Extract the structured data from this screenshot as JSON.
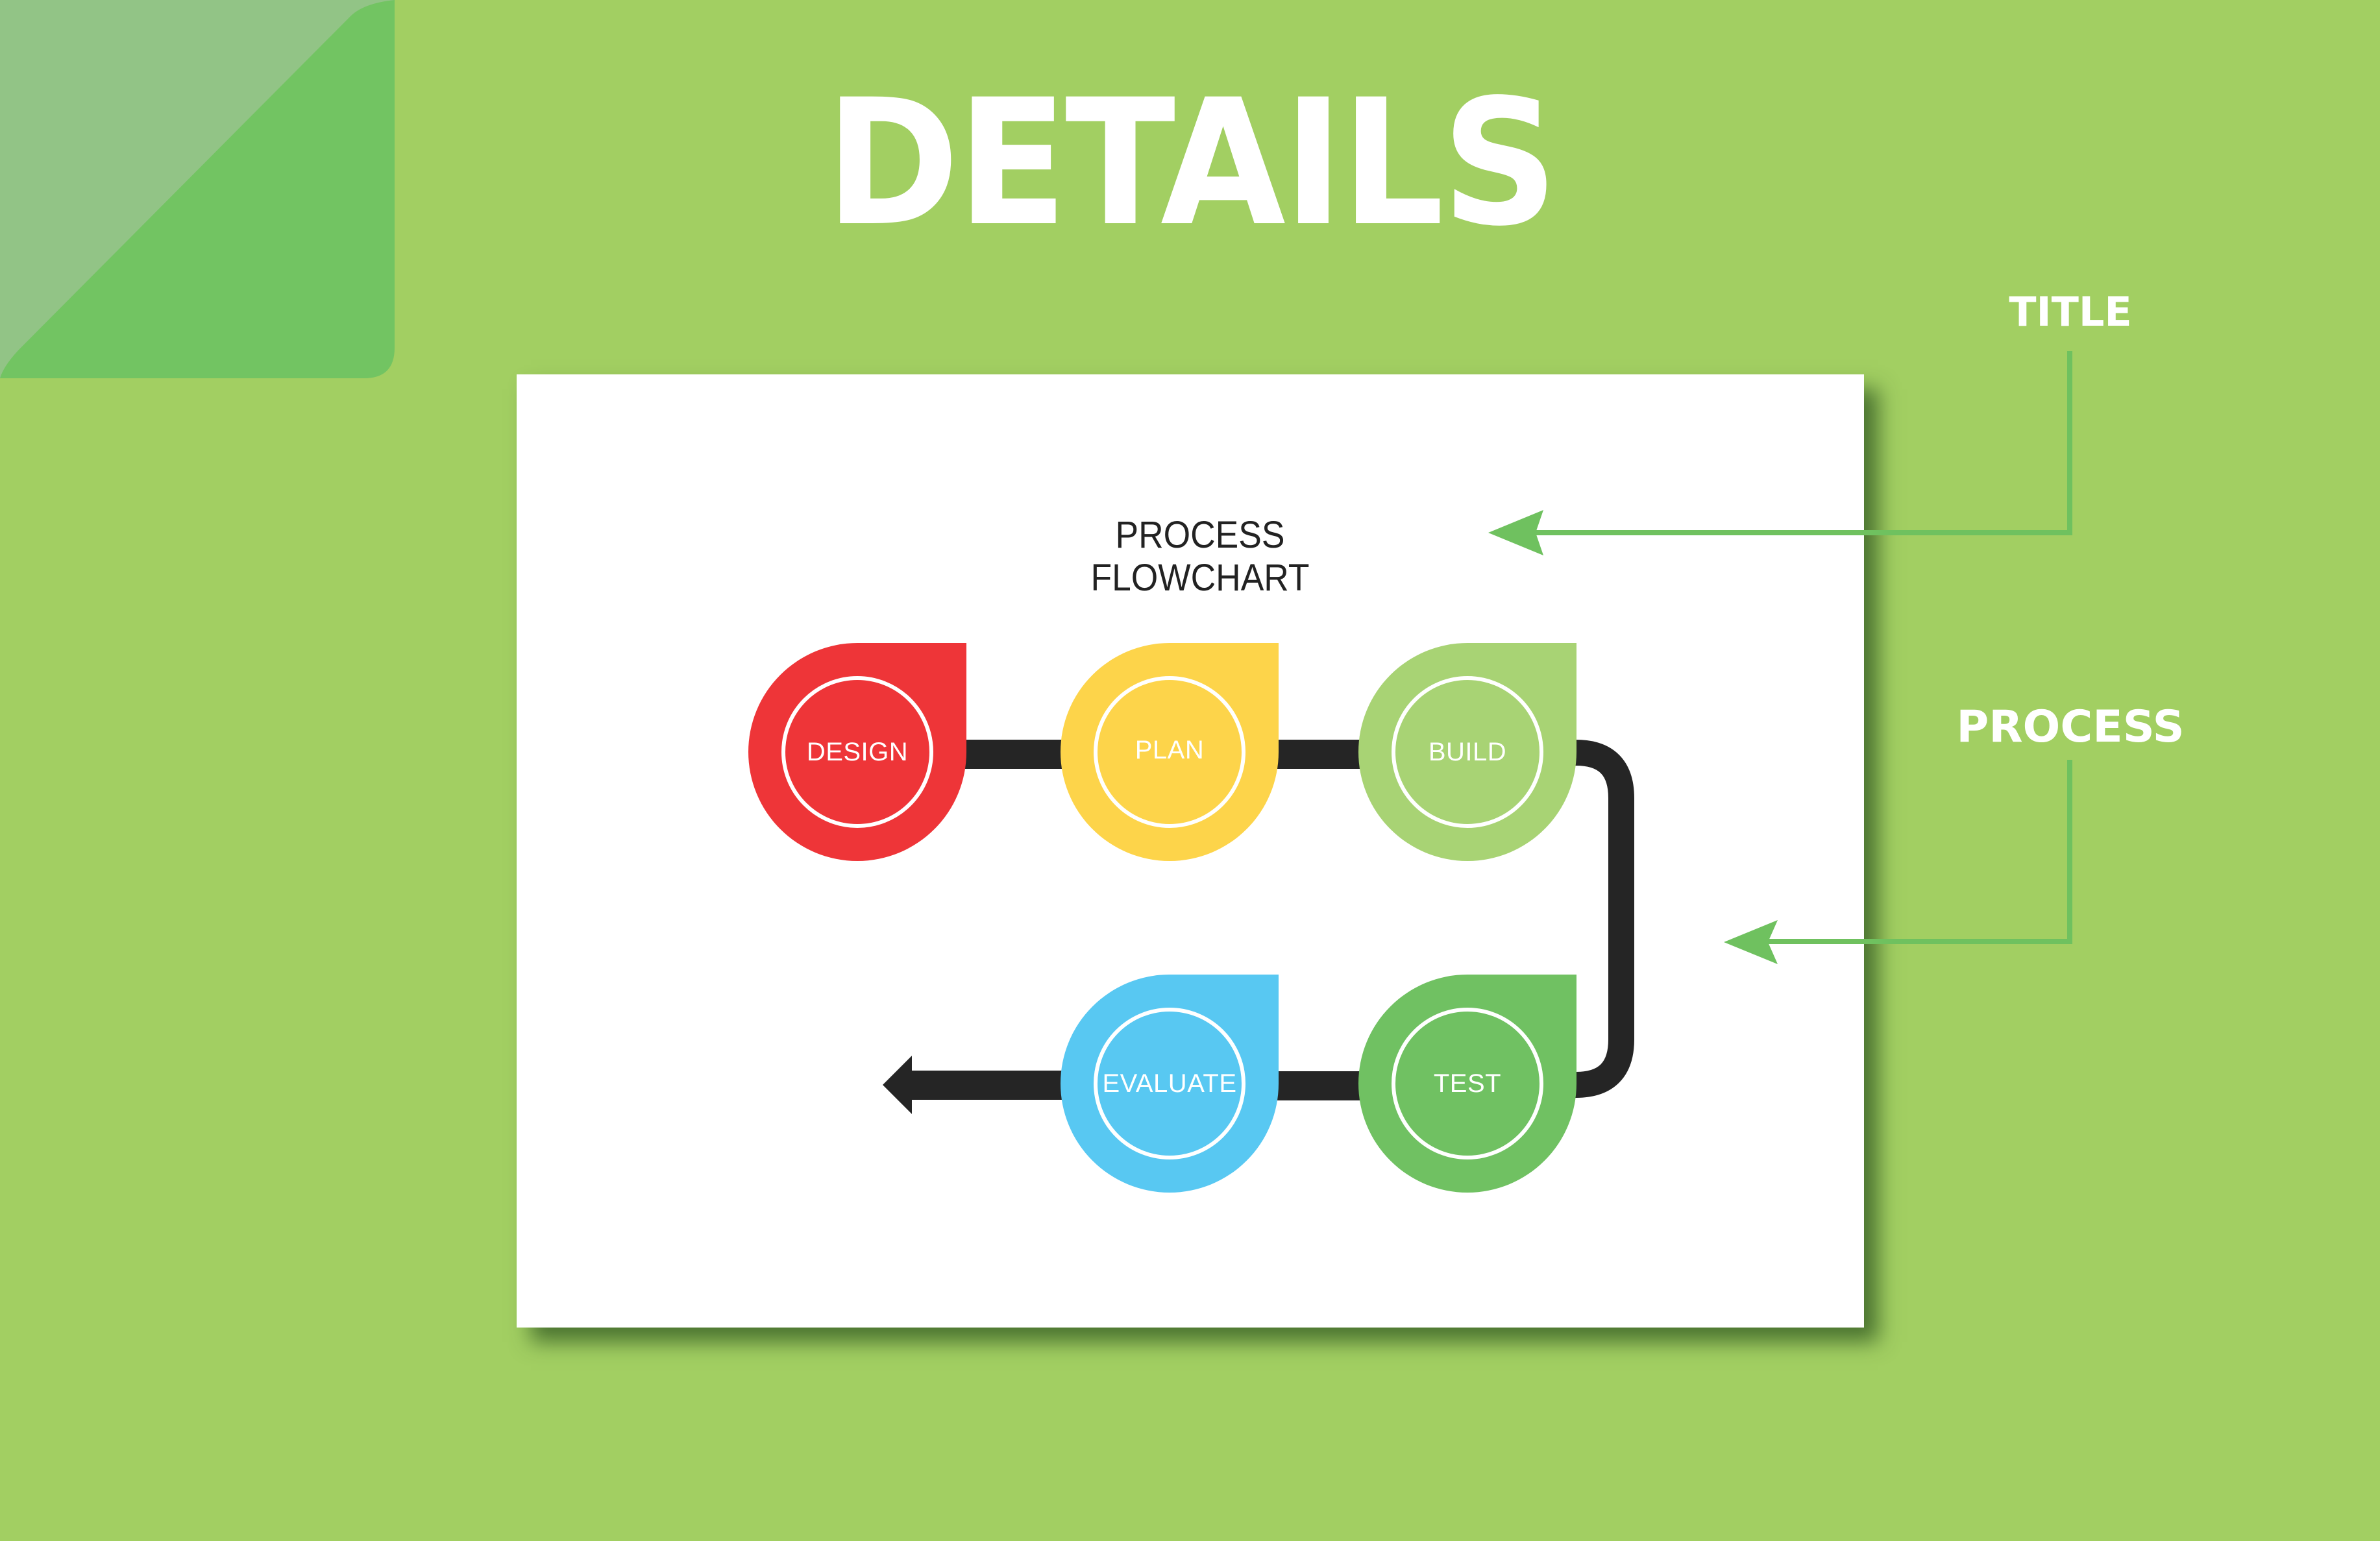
{
  "header": {
    "title": "DETAILS"
  },
  "colors": {
    "background": "#A2CF62",
    "fold_dark": "#72C462",
    "fold_light": "#92C486",
    "annotation_line": "#6FC15F",
    "connector": "#252525",
    "card": "#FFFFFF"
  },
  "card": {
    "title": "PROCESS FLOWCHART",
    "steps": [
      {
        "label": "DESIGN",
        "color": "#EE3538"
      },
      {
        "label": "PLAN",
        "color": "#FDD44A"
      },
      {
        "label": "BUILD",
        "color": "#A8D374"
      },
      {
        "label": "TEST",
        "color": "#70C162"
      },
      {
        "label": "EVALUATE",
        "color": "#58C8F2"
      }
    ],
    "flow_order": [
      "DESIGN",
      "PLAN",
      "BUILD",
      "TEST",
      "EVALUATE"
    ]
  },
  "annotations": [
    {
      "label": "TITLE",
      "points_to": "PROCESS FLOWCHART"
    },
    {
      "label": "PROCESS",
      "points_to": "flowchart steps"
    }
  ]
}
